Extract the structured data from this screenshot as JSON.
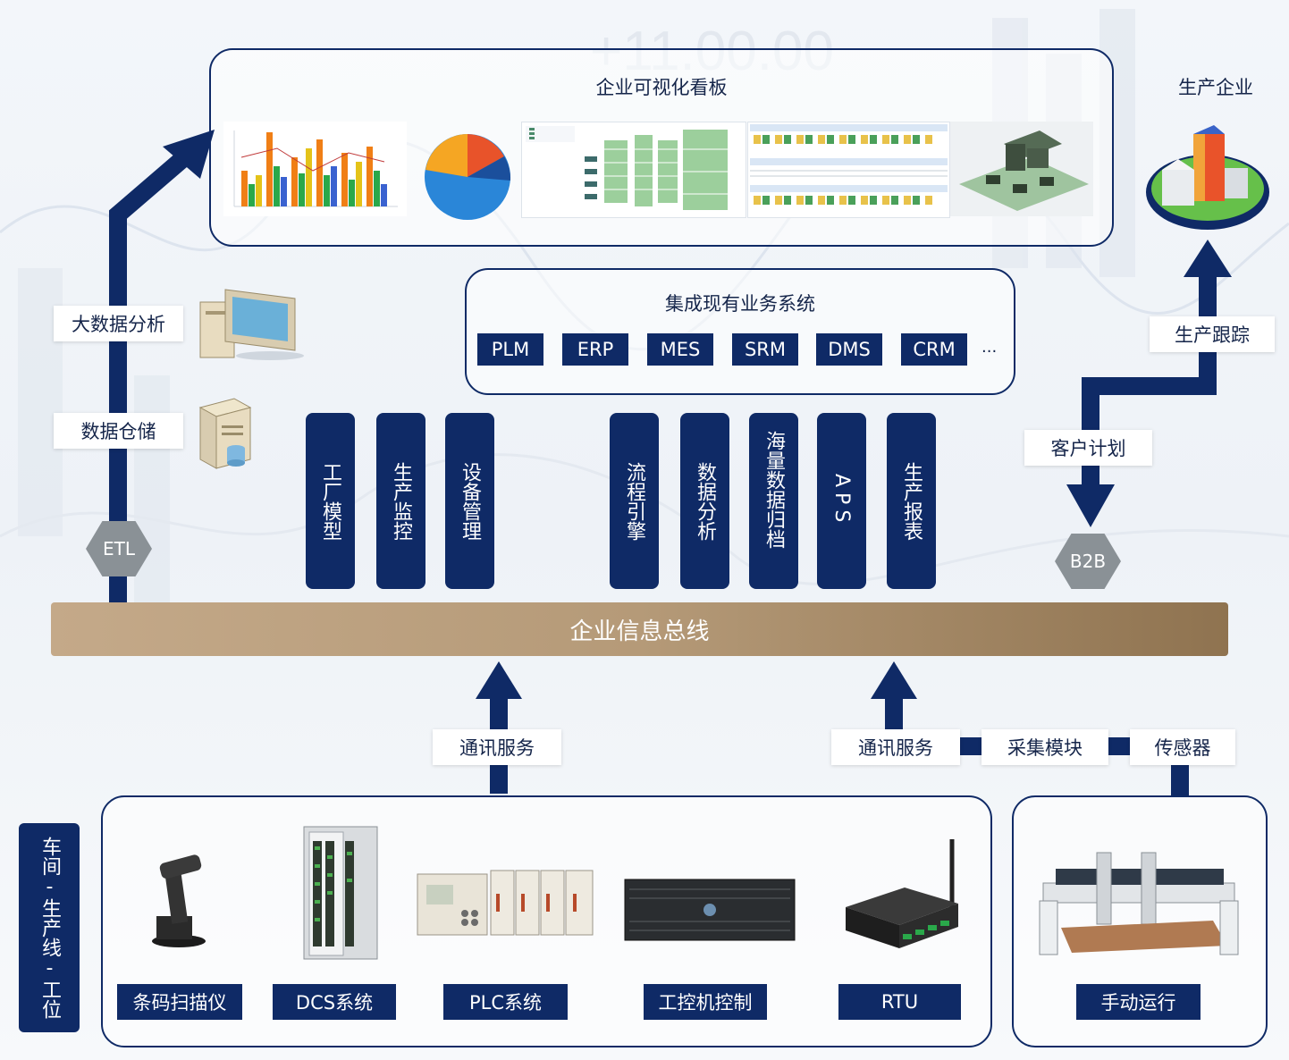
{
  "background_text": "+11.00.00",
  "dashboard": {
    "title": "企业可视化看板"
  },
  "enterprise": {
    "title": "生产企业"
  },
  "existing_systems": {
    "title": "集成现有业务系统",
    "items": [
      "PLM",
      "ERP",
      "MES",
      "SRM",
      "DMS",
      "CRM"
    ],
    "ellipsis": "..."
  },
  "left_flow": {
    "big_data": "大数据分析",
    "storage": "数据仓储",
    "etl": "ETL"
  },
  "right_flow": {
    "tracking": "生产跟踪",
    "customer_plan": "客户计划",
    "b2b": "B2B"
  },
  "modules": [
    "工厂模型",
    "生产监控",
    "设备管理",
    "流程引擎",
    "数据分析",
    "海量数据归档",
    "APS",
    "生产报表"
  ],
  "bus": {
    "label": "企业信息总线"
  },
  "comm": {
    "left": "通讯服务",
    "right": "通讯服务",
    "collect": "采集模块",
    "sensor": "传感器"
  },
  "shop_floor": {
    "side_label": "车间-生产线-工位",
    "devices": [
      "条码扫描仪",
      "DCS系统",
      "PLC系统",
      "工控机控制",
      "RTU"
    ],
    "manual": "手动运行"
  },
  "colors": {
    "navy": "#0f2a66",
    "bus_gold": "#b59a78",
    "hex_gray": "#8a9196"
  }
}
